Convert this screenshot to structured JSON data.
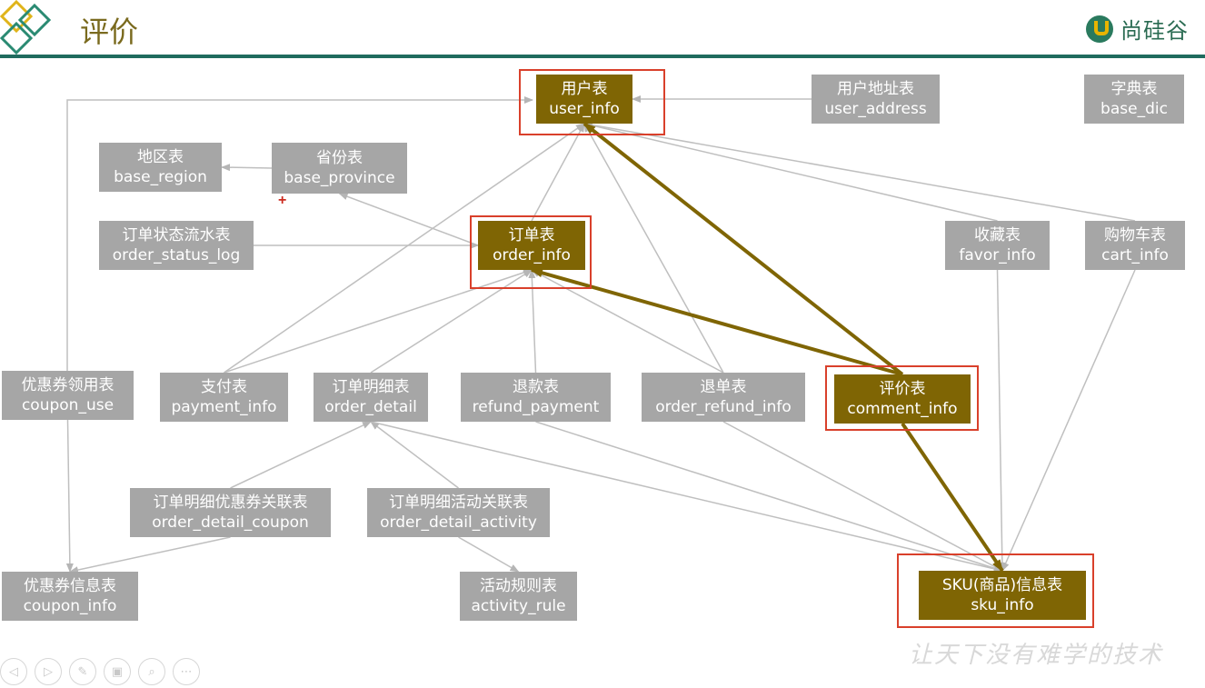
{
  "header": {
    "title": "评价",
    "brand": "尚硅谷"
  },
  "colors": {
    "node_gray": "#a6a6a6",
    "node_highlight": "#7f6504",
    "highlight_border": "#d9402b",
    "edge_gray": "#bfbfbf",
    "edge_highlight": "#7f6504",
    "header_line": "#1f6b5e"
  },
  "nodes": [
    {
      "id": "user_info",
      "cn": "用户表",
      "en": "user_info",
      "highlight": true
    },
    {
      "id": "user_address",
      "cn": "用户地址表",
      "en": "user_address",
      "highlight": false
    },
    {
      "id": "base_dic",
      "cn": "字典表",
      "en": "base_dic",
      "highlight": false
    },
    {
      "id": "base_region",
      "cn": "地区表",
      "en": "base_region",
      "highlight": false
    },
    {
      "id": "base_province",
      "cn": "省份表",
      "en": "base_province",
      "highlight": false
    },
    {
      "id": "order_status_log",
      "cn": "订单状态流水表",
      "en": "order_status_log",
      "highlight": false
    },
    {
      "id": "order_info",
      "cn": "订单表",
      "en": "order_info",
      "highlight": true
    },
    {
      "id": "favor_info",
      "cn": "收藏表",
      "en": "favor_info",
      "highlight": false
    },
    {
      "id": "cart_info",
      "cn": "购物车表",
      "en": "cart_info",
      "highlight": false
    },
    {
      "id": "coupon_use",
      "cn": "优惠券领用表",
      "en": "coupon_use",
      "highlight": false
    },
    {
      "id": "payment_info",
      "cn": "支付表",
      "en": "payment_info",
      "highlight": false
    },
    {
      "id": "order_detail",
      "cn": "订单明细表",
      "en": "order_detail",
      "highlight": false
    },
    {
      "id": "refund_payment",
      "cn": "退款表",
      "en": "refund_payment",
      "highlight": false
    },
    {
      "id": "order_refund_info",
      "cn": "退单表",
      "en": "order_refund_info",
      "highlight": false
    },
    {
      "id": "comment_info",
      "cn": "评价表",
      "en": "comment_info",
      "highlight": true
    },
    {
      "id": "order_detail_coupon",
      "cn": "订单明细优惠券关联表",
      "en": "order_detail_coupon",
      "highlight": false
    },
    {
      "id": "order_detail_activity",
      "cn": "订单明细活动关联表",
      "en": "order_detail_activity",
      "highlight": false
    },
    {
      "id": "coupon_info",
      "cn": "优惠券信息表",
      "en": "coupon_info",
      "highlight": false
    },
    {
      "id": "activity_rule",
      "cn": "活动规则表",
      "en": "activity_rule",
      "highlight": false
    },
    {
      "id": "sku_info",
      "cn": "SKU(商品)信息表",
      "en": "sku_info",
      "highlight": true
    }
  ],
  "edges": [
    {
      "from": "user_address",
      "to": "user_info",
      "highlight": false
    },
    {
      "from": "base_province",
      "to": "base_region",
      "highlight": false
    },
    {
      "from": "order_info",
      "to": "base_province",
      "highlight": false
    },
    {
      "from": "order_status_log",
      "to": "order_info",
      "highlight": false
    },
    {
      "from": "order_info",
      "to": "user_info",
      "highlight": false
    },
    {
      "from": "favor_info",
      "to": "user_info",
      "highlight": false
    },
    {
      "from": "cart_info",
      "to": "user_info",
      "highlight": false
    },
    {
      "from": "payment_info",
      "to": "user_info",
      "highlight": false
    },
    {
      "from": "payment_info",
      "to": "order_info",
      "highlight": false
    },
    {
      "from": "order_detail",
      "to": "order_info",
      "highlight": false
    },
    {
      "from": "refund_payment",
      "to": "order_info",
      "highlight": false
    },
    {
      "from": "order_refund_info",
      "to": "order_info",
      "highlight": false
    },
    {
      "from": "order_refund_info",
      "to": "user_info",
      "highlight": false
    },
    {
      "from": "coupon_use",
      "to": "coupon_info",
      "highlight": false
    },
    {
      "from": "order_detail_coupon",
      "to": "order_detail",
      "highlight": false
    },
    {
      "from": "order_detail_coupon",
      "to": "coupon_info",
      "highlight": false
    },
    {
      "from": "order_detail_activity",
      "to": "order_detail",
      "highlight": false
    },
    {
      "from": "order_detail_activity",
      "to": "activity_rule",
      "highlight": false
    },
    {
      "from": "order_detail",
      "to": "sku_info",
      "highlight": false
    },
    {
      "from": "refund_payment",
      "to": "sku_info",
      "highlight": false
    },
    {
      "from": "order_refund_info",
      "to": "sku_info",
      "highlight": false
    },
    {
      "from": "favor_info",
      "to": "sku_info",
      "highlight": false
    },
    {
      "from": "cart_info",
      "to": "sku_info",
      "highlight": false
    },
    {
      "from": "comment_info",
      "to": "user_info",
      "highlight": true
    },
    {
      "from": "comment_info",
      "to": "order_info",
      "highlight": true
    },
    {
      "from": "comment_info",
      "to": "sku_info",
      "highlight": true
    }
  ],
  "watermark": "让天下没有难学的技术"
}
